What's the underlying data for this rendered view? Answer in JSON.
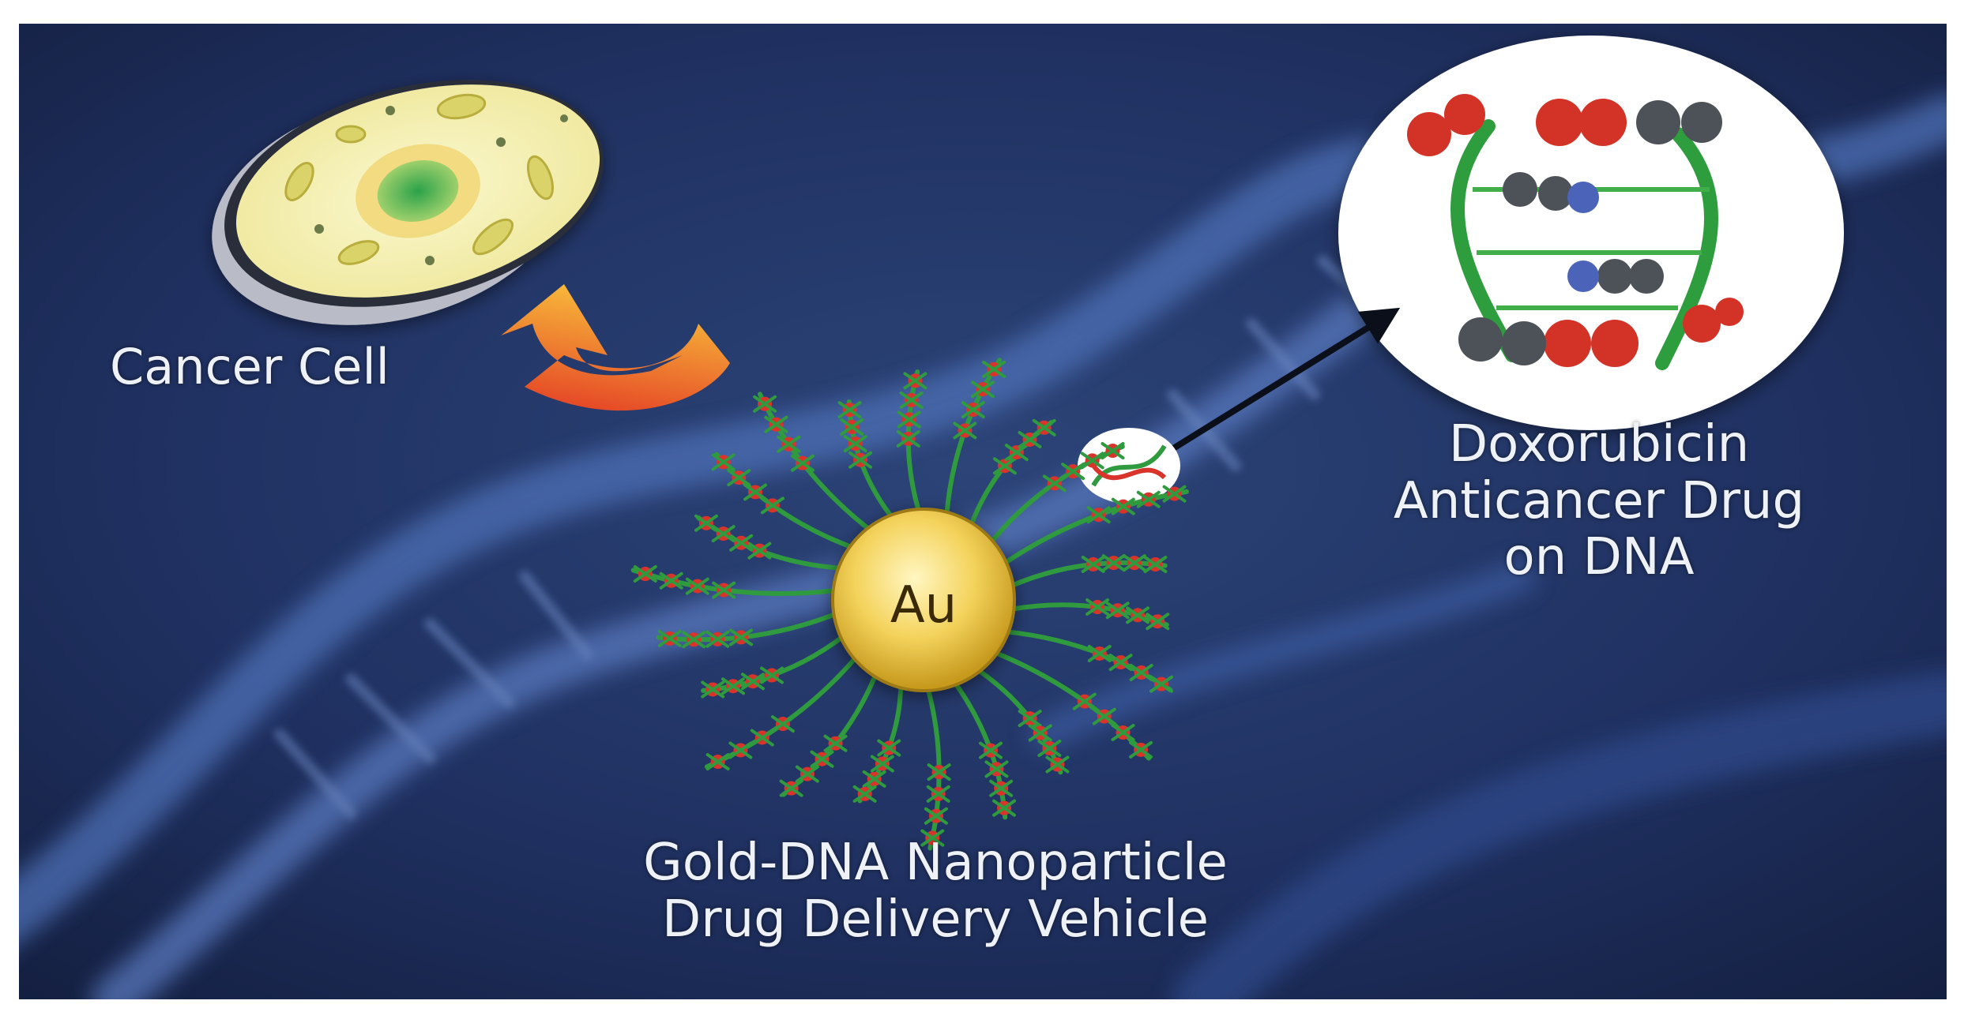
{
  "labels": {
    "cancer_cell": "Cancer Cell",
    "drug": [
      "Doxorubicin",
      "Anticancer Drug",
      "on DNA"
    ],
    "vehicle": [
      "Gold-DNA Nanoparticle",
      "Drug Delivery Vehicle"
    ],
    "core": "Au"
  },
  "colors": {
    "background": "#1d2c55",
    "helix": "#5b7fc4",
    "gold": "#f2cd52",
    "dna_strand": "#2f9a3e",
    "drug_red": "#d9342b",
    "cell_fill": "#f7f3b8",
    "arrow_orange": "#f4a531"
  },
  "icons": [
    "cancer-cell-icon",
    "gold-nanoparticle-icon",
    "molecular-zoom-icon",
    "dna-helix-icon"
  ]
}
